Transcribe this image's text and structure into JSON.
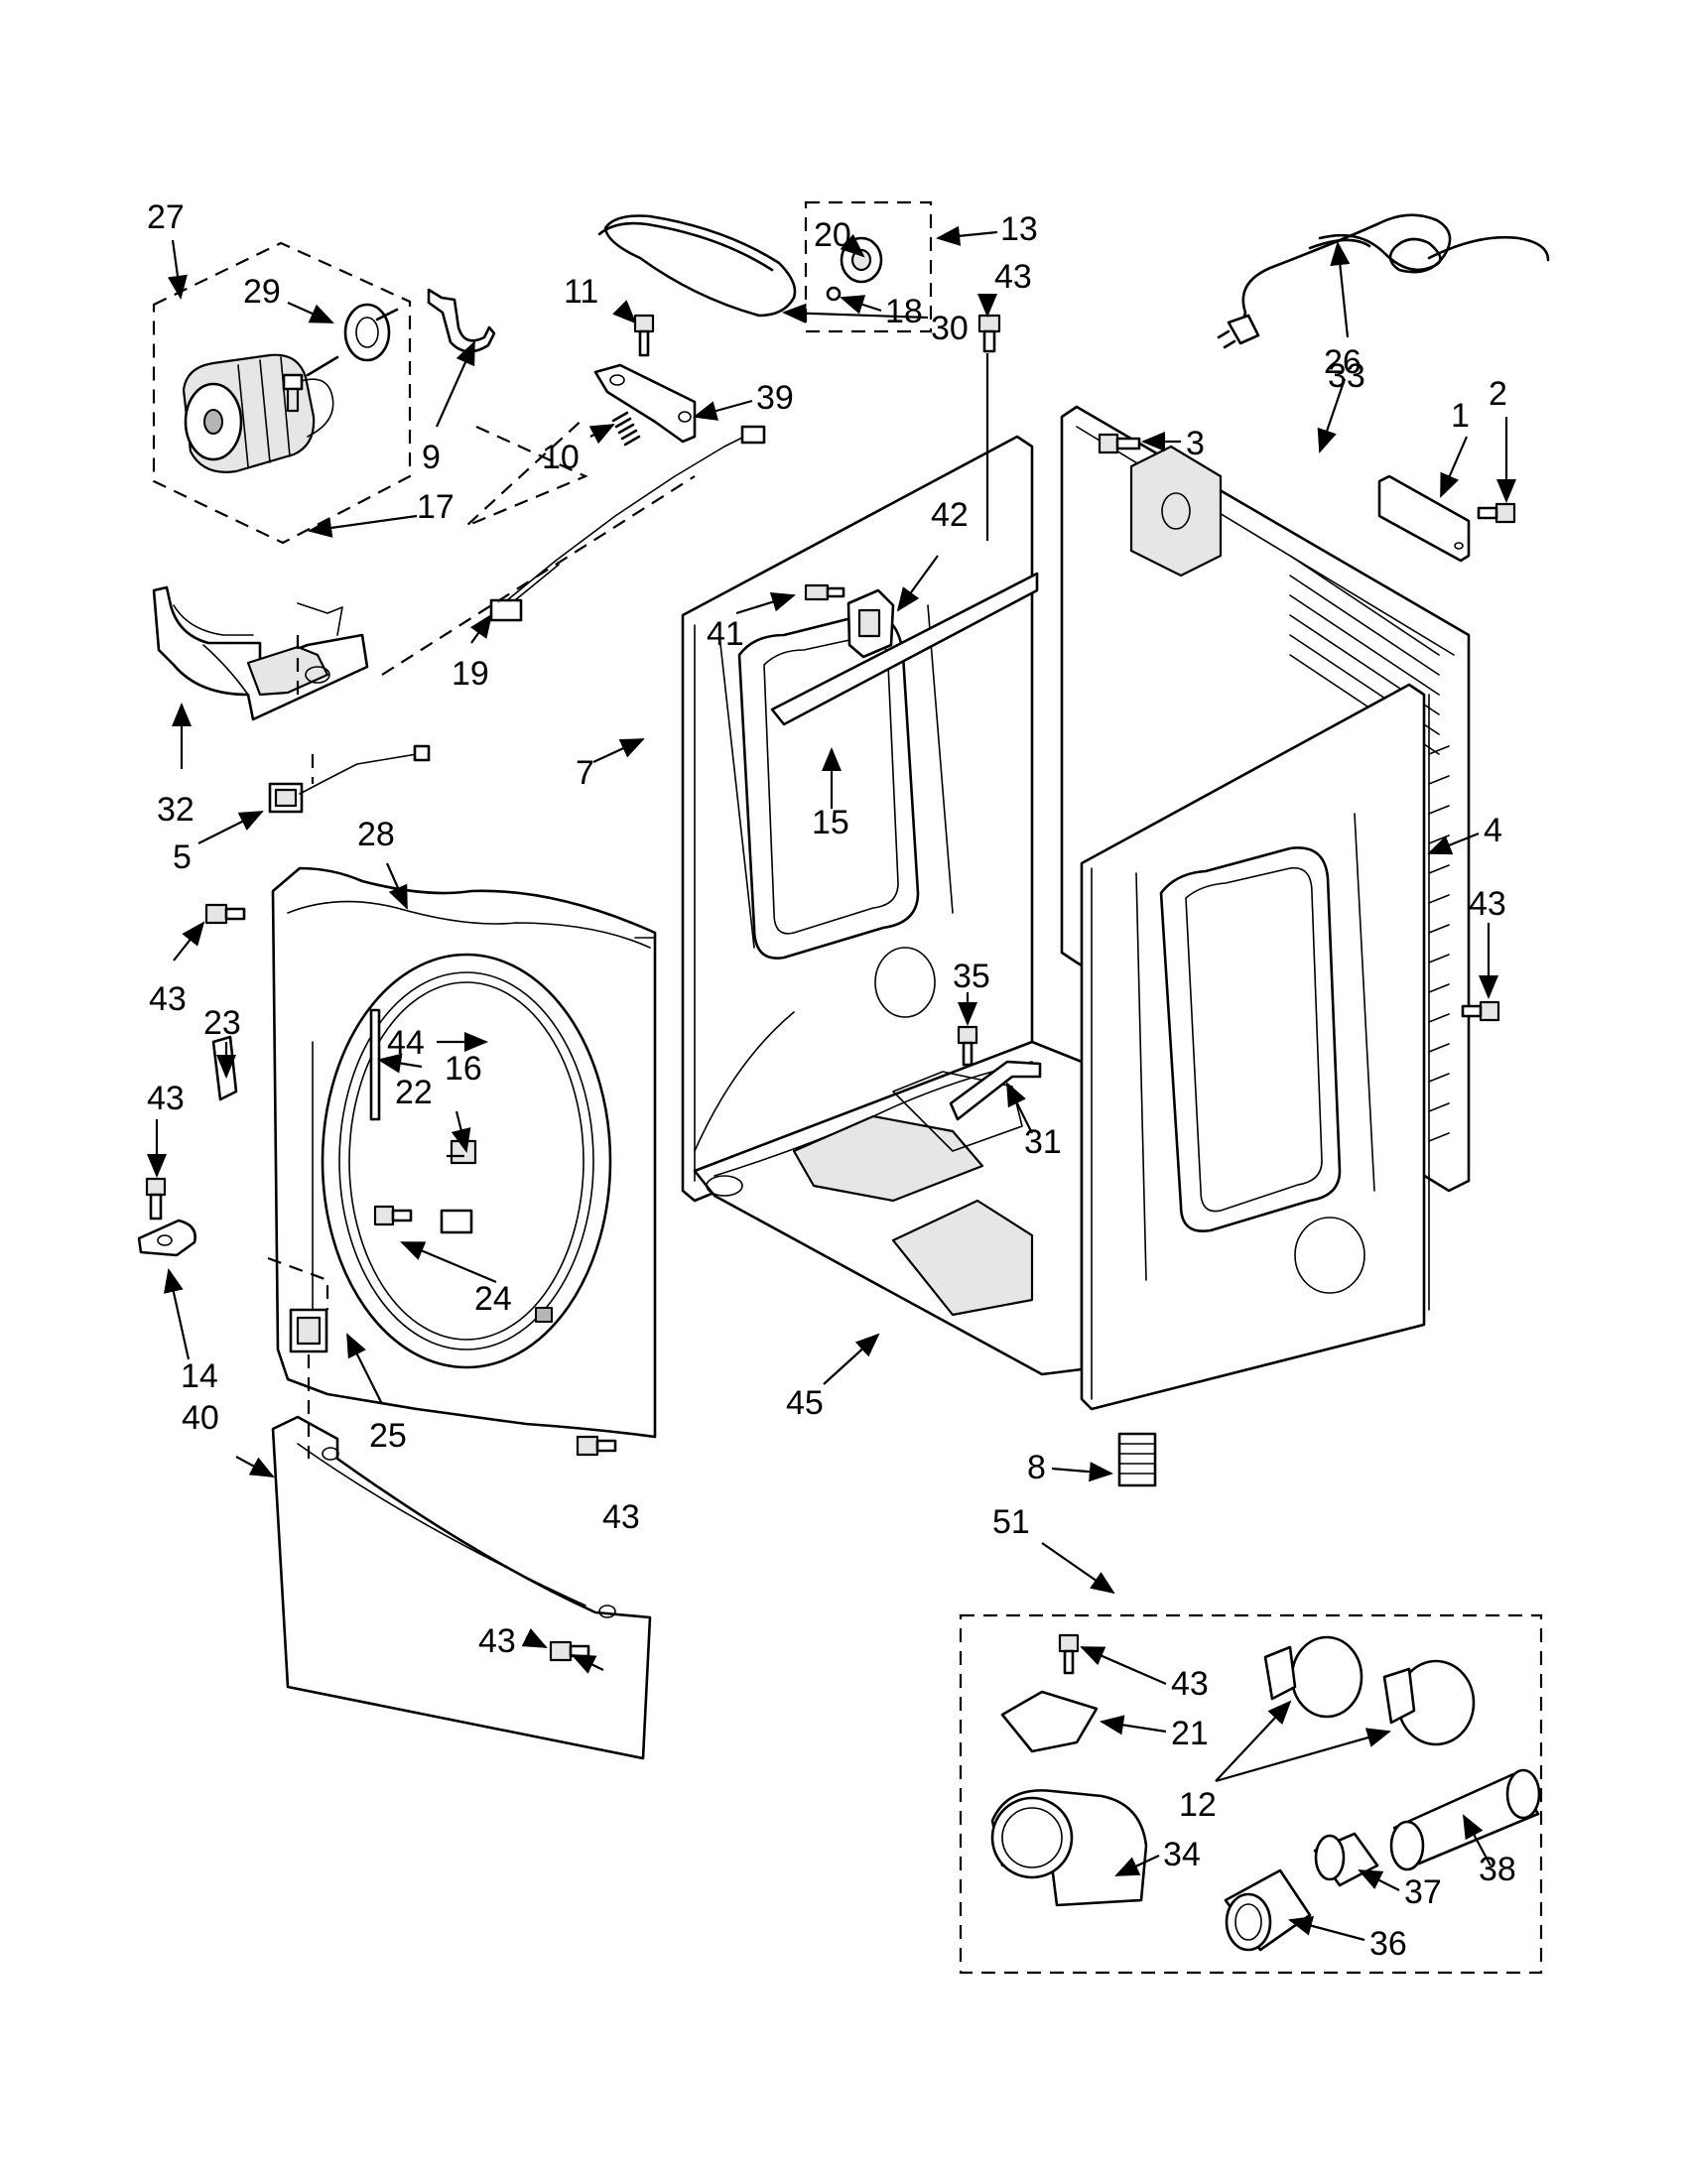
{
  "diagram": {
    "labels": [
      {
        "id": "l27",
        "text": "27"
      },
      {
        "id": "l29",
        "text": "29"
      },
      {
        "id": "l9",
        "text": "9"
      },
      {
        "id": "l17",
        "text": "17"
      },
      {
        "id": "l32",
        "text": "32"
      },
      {
        "id": "l5",
        "text": "5"
      },
      {
        "id": "l28",
        "text": "28"
      },
      {
        "id": "l43a",
        "text": "43"
      },
      {
        "id": "l23",
        "text": "23"
      },
      {
        "id": "l43b",
        "text": "43"
      },
      {
        "id": "l14",
        "text": "14"
      },
      {
        "id": "l40",
        "text": "40"
      },
      {
        "id": "l25",
        "text": "25"
      },
      {
        "id": "l43c",
        "text": "43"
      },
      {
        "id": "l43d",
        "text": "43"
      },
      {
        "id": "l24",
        "text": "24"
      },
      {
        "id": "l22",
        "text": "22"
      },
      {
        "id": "l44",
        "text": "44"
      },
      {
        "id": "l16",
        "text": "16"
      },
      {
        "id": "l11",
        "text": "11"
      },
      {
        "id": "l10",
        "text": "10"
      },
      {
        "id": "l19",
        "text": "19"
      },
      {
        "id": "l39",
        "text": "39"
      },
      {
        "id": "l30",
        "text": "30"
      },
      {
        "id": "l20",
        "text": "20"
      },
      {
        "id": "l18",
        "text": "18"
      },
      {
        "id": "l13",
        "text": "13"
      },
      {
        "id": "l43e",
        "text": "43"
      },
      {
        "id": "l7",
        "text": "7"
      },
      {
        "id": "l41",
        "text": "41"
      },
      {
        "id": "l42",
        "text": "42"
      },
      {
        "id": "l15",
        "text": "15"
      },
      {
        "id": "l35",
        "text": "35"
      },
      {
        "id": "l31",
        "text": "31"
      },
      {
        "id": "l45",
        "text": "45"
      },
      {
        "id": "l33",
        "text": "33"
      },
      {
        "id": "l3",
        "text": "3"
      },
      {
        "id": "l1",
        "text": "1"
      },
      {
        "id": "l2",
        "text": "2"
      },
      {
        "id": "l26",
        "text": "26"
      },
      {
        "id": "l4",
        "text": "4"
      },
      {
        "id": "l43f",
        "text": "43"
      },
      {
        "id": "l8",
        "text": "8"
      },
      {
        "id": "l51",
        "text": "51"
      },
      {
        "id": "l43g",
        "text": "43"
      },
      {
        "id": "l21",
        "text": "21"
      },
      {
        "id": "l12",
        "text": "12"
      },
      {
        "id": "l34",
        "text": "34"
      },
      {
        "id": "l36",
        "text": "36"
      },
      {
        "id": "l37",
        "text": "37"
      },
      {
        "id": "l38",
        "text": "38"
      }
    ]
  }
}
